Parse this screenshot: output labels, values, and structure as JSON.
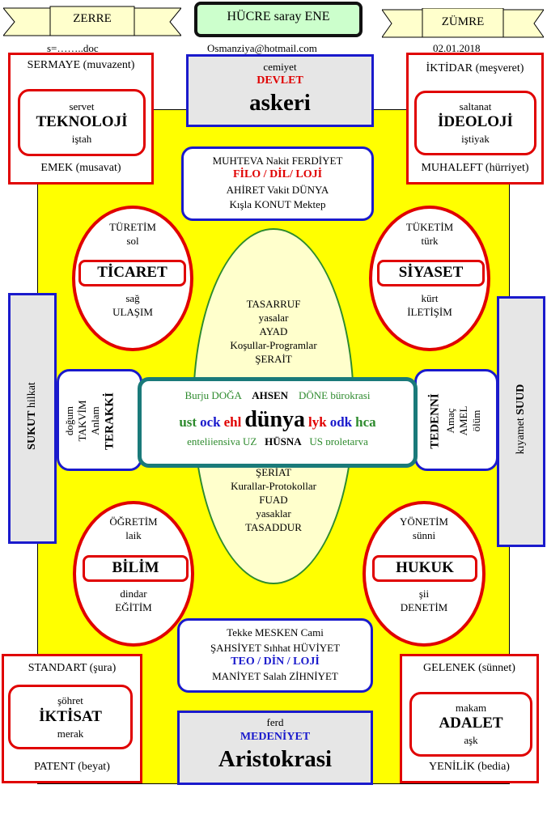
{
  "header": {
    "left_ribbon": "ZERRE",
    "title_box": "HÜCRE saray   ENE",
    "right_ribbon": "ZÜMRE",
    "file": "s=……..doc",
    "email": "Osmanziya@hotmail.com",
    "date": "02.01.2018"
  },
  "top_left": {
    "top": "SERMAYE (muvazent)",
    "inner_top": "servet",
    "inner_main": "TEKNOLOJİ",
    "inner_bottom": "iştah",
    "bottom": "EMEK (musavat)"
  },
  "top_center": {
    "small": "cemiyet",
    "red": "DEVLET",
    "main": "askeri"
  },
  "top_right": {
    "top": "İKTİDAR (meşveret)",
    "inner_top": "saltanat",
    "inner_main": "İDEOLOJİ",
    "inner_bottom": "iştiyak",
    "bottom": "MUHALEFT (hürriyet)"
  },
  "upper_mid_box": {
    "line1": "MUHTEVA Nakit FERDİYET",
    "line2": "FİLO / DİL/ LOJİ",
    "line3": "AHİRET  Vakit DÜNYA",
    "line4": "Kışla KONUT Mektep"
  },
  "oval_tl": {
    "top1": "TÜRETİM",
    "top2": "sol",
    "main": "TİCARET",
    "bot1": "sağ",
    "bot2": "ULAŞIM"
  },
  "oval_tr": {
    "top1": "TÜKETİM",
    "top2": "türk",
    "main": "SİYASET",
    "bot1": "kürt",
    "bot2": "İLETİŞİM"
  },
  "oval_bl": {
    "top1": "ÖĞRETİM",
    "top2": "laik",
    "main": "BİLİM",
    "bot1": "dindar",
    "bot2": "EĞİTİM"
  },
  "oval_br": {
    "top1": "YÖNETİM",
    "top2": "sünni",
    "main": "HUKUK",
    "bot1": "şii",
    "bot2": "DENETİM"
  },
  "center_ellipse": {
    "upper": [
      "TASARRUF",
      "yasalar",
      "AYAD",
      "Koşullar-Programlar",
      "ŞERAİT"
    ],
    "lower": [
      "ŞERİAT",
      "Kurallar-Protokollar",
      "FUAD",
      "yasaklar",
      "TASADDUR"
    ]
  },
  "center_box": {
    "row1_left": "Burju DOĞA",
    "row1_mid": "AHSEN",
    "row1_right": "DÖNE bürokrasi",
    "w_ust": "ust",
    "w_ock": "ock",
    "w_ehl": "ehl",
    "main": "dünya",
    "w_lyk": "lyk",
    "w_odk": "odk",
    "w_hca": "hca",
    "row3_left": "entelijensiya UZ",
    "row3_mid": "HÜSNA",
    "row3_right": "US proletarya"
  },
  "left_side": {
    "bold": "SUKUT",
    "normal": "hilkat"
  },
  "right_side": {
    "normal": "kıyamet",
    "bold": "SUUD"
  },
  "left_inner": {
    "lines": [
      "doğum",
      "TAKVİM",
      "Anlam"
    ],
    "bold": "TERAKKİ"
  },
  "right_inner": {
    "bold": "TEDENNİ",
    "lines": [
      "Amaç",
      "AMEL",
      "ölüm"
    ]
  },
  "lower_mid_box": {
    "line1": "Tekke MESKEN Cami",
    "line2": "ŞAHSİYET Sıhhat HÜVİYET",
    "line3": "TEO / DİN / LOJİ",
    "line4": "MANİYET Salah ZİHNİYET"
  },
  "bottom_left": {
    "top": "STANDART (şura)",
    "inner_top": "şöhret",
    "inner_main": "İKTİSAT",
    "inner_bottom": "merak",
    "bottom": "PATENT (beyat)"
  },
  "bottom_center": {
    "small": "ferd",
    "blue": "MEDENİYET",
    "main": "Aristokrasi"
  },
  "bottom_right": {
    "top": "GELENEK (sünnet)",
    "inner_top": "makam",
    "inner_main": "ADALET",
    "inner_bottom": "aşk",
    "bottom": "YENİLİK (bedia)"
  },
  "colors": {
    "red": "#e00000",
    "blue": "#1a1acc",
    "yellow": "#ffff00",
    "gray": "#e6e6e6",
    "teal": "#1a7a7a",
    "pale": "#ffffcc",
    "green": "#2e8b2e"
  }
}
